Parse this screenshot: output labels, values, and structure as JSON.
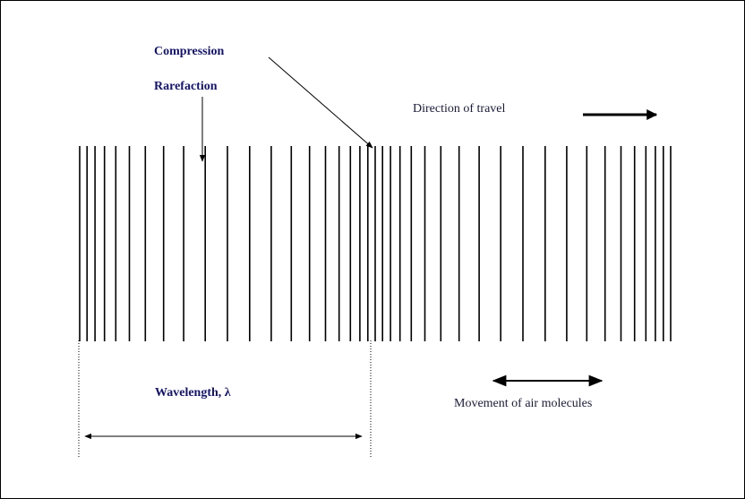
{
  "labels": {
    "compression": "Compression",
    "rarefaction": "Rarefaction",
    "direction": "Direction of travel",
    "wavelength": "Wavelength, λ",
    "movement": "Movement of air molecules"
  },
  "colors": {
    "label_blue": "#14146e",
    "ink": "#000000"
  },
  "wave": {
    "description_type": "longitudinal-wave",
    "cycles_shown": 2
  }
}
